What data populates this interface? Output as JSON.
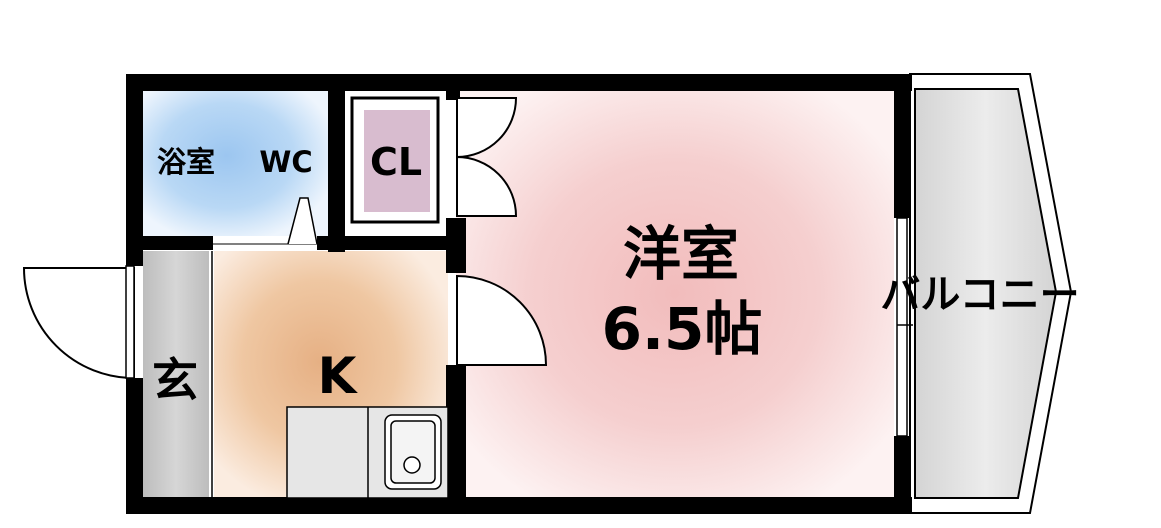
{
  "labels": {
    "bath": "浴室",
    "wc": "WC",
    "closet": "CL",
    "western_room": "洋室",
    "western_room_size": "6.5帖",
    "entrance": "玄",
    "kitchen": "K",
    "balcony": "バルコニー"
  },
  "colors": {
    "wall": "#000000",
    "bath_fill": "#a9cdf2",
    "closet_fill": "#d9bfd2",
    "western_room_fill": "#f2c1c1",
    "kitchen_fill": "#e8b688",
    "entrance_fill": "#cfcfcf",
    "balcony_fill": "#e2e2e2"
  }
}
